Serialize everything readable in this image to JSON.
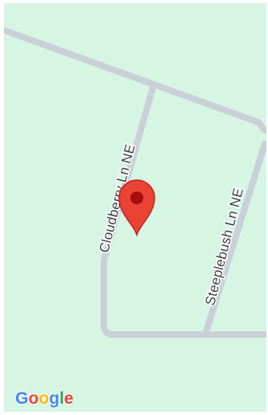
{
  "map": {
    "roads": [
      {
        "name": "Cloudberry Ln NE"
      },
      {
        "name": "Steeplebush Ln NE"
      }
    ],
    "colors": {
      "land": "#d7f5e3",
      "road": "#c9d0d8",
      "marker": "#ea4335",
      "marker_dot": "#a50e0e"
    },
    "marker_icon": "map-pin-icon",
    "attribution": {
      "logo_text": "Google",
      "letters": [
        "G",
        "o",
        "o",
        "g",
        "l",
        "e"
      ],
      "letter_colors": [
        "#4285f4",
        "#ea4335",
        "#fbbc05",
        "#4285f4",
        "#34a853",
        "#ea4335"
      ]
    }
  }
}
